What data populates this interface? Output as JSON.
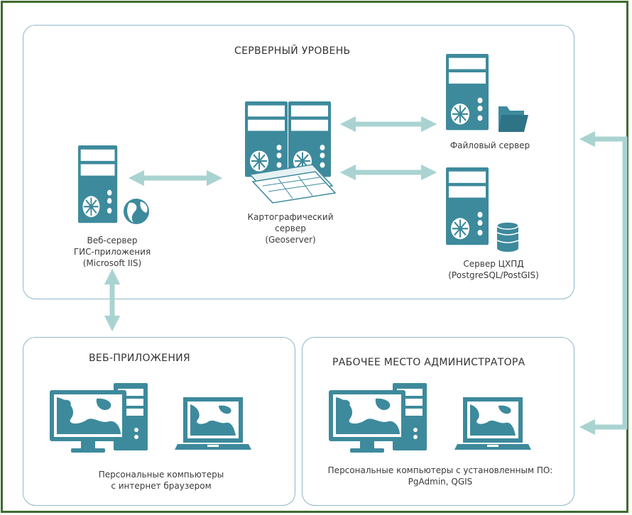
{
  "colors": {
    "teal": "#3d8a9c",
    "arrow": "#a9d3d1",
    "panel_border": "#8fb8c6",
    "frame": "#3f6b2f"
  },
  "panels": {
    "server_level": {
      "title": "СЕРВЕРНЫЙ УРОВЕНЬ"
    },
    "web_apps": {
      "title": "ВЕБ-ПРИЛОЖЕНИЯ"
    },
    "admin_workplace": {
      "title": "РАБОЧЕЕ МЕСТО АДМИНИСТРАТОРА"
    }
  },
  "nodes": {
    "web_server": {
      "lines": [
        "Веб-сервер",
        "ГИС-приложения",
        "(Microsoft IIS)"
      ],
      "icons": [
        "server-icon",
        "globe-icon"
      ]
    },
    "map_server": {
      "lines": [
        "Картографический",
        "сервер",
        "(Geoserver)"
      ],
      "icons": [
        "server-icon",
        "map-layers-icon"
      ]
    },
    "file_server": {
      "lines": [
        "Файловый сервер"
      ],
      "icons": [
        "server-icon",
        "folder-icon"
      ]
    },
    "db_server": {
      "lines": [
        "Сервер ЦХПД",
        "(PostgreSQL/PostGIS)"
      ],
      "icons": [
        "server-icon",
        "database-icon"
      ]
    },
    "web_clients": {
      "lines": [
        "Персональные компьютеры",
        "с интернет браузером"
      ],
      "icons": [
        "desktop-computer-icon",
        "laptop-icon"
      ]
    },
    "admin_clients": {
      "lines": [
        "Персональные компьютеры с установленным ПО:",
        "PgAdmin, QGIS"
      ],
      "icons": [
        "desktop-computer-icon",
        "laptop-icon"
      ]
    }
  },
  "connections": [
    {
      "from": "web_server",
      "to": "map_server",
      "type": "bidirectional"
    },
    {
      "from": "map_server",
      "to": "file_server",
      "type": "bidirectional"
    },
    {
      "from": "map_server",
      "to": "db_server",
      "type": "bidirectional"
    },
    {
      "from": "server_level",
      "to": "web_apps",
      "type": "bidirectional"
    },
    {
      "from": "server_level",
      "to": "admin_workplace",
      "type": "bidirectional"
    }
  ]
}
